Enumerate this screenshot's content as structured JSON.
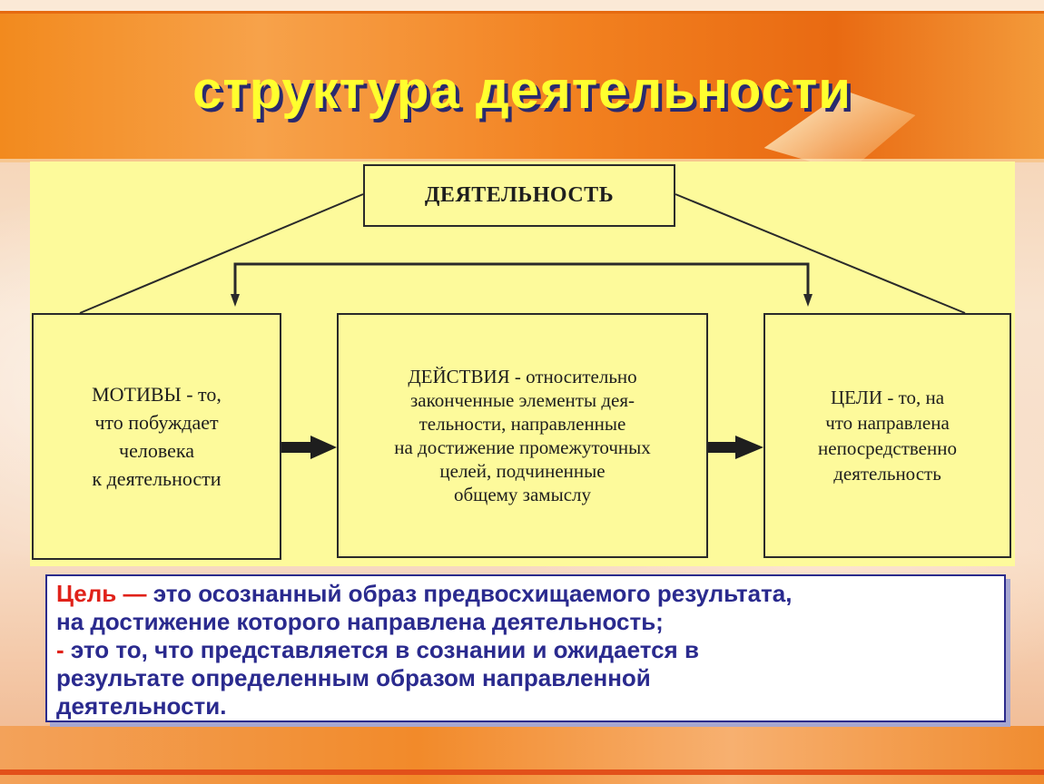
{
  "slide": {
    "title": "структура деятельности"
  },
  "diagram": {
    "top_box": "ДЕЯТЕЛЬНОСТЬ",
    "left_box": "МОТИВЫ - то,\nчто побуждает\nчеловека\nк деятельности",
    "middle_box": "ДЕЙСТВИЯ - относительно\nзаконченные элементы дея-\nтельности, направленные\nна достижение промежуточных\nцелей, подчиненные\nобщему замыслу",
    "right_box": "ЦЕЛИ - то, на\nчто направлена\nнепосредственно\nдеятельность"
  },
  "definition": {
    "term": "Цель —",
    "line1_rest": " это осознанный образ предвосхищаемого результата,",
    "line2": "на достижение которого направлена деятельность;",
    "dash": "-",
    "line3_rest": " это то, что представляется в сознании и ожидается в",
    "line4": "результате определенным образом направленной",
    "line5": "деятельности."
  },
  "colors": {
    "title_text": "#ffff2e",
    "title_shadow": "#2a2a6e",
    "diagram_background": "#fdfa9b",
    "definition_text": "#2a2a8e",
    "definition_accent": "#e0221a",
    "header_band": "#f28a1e"
  }
}
